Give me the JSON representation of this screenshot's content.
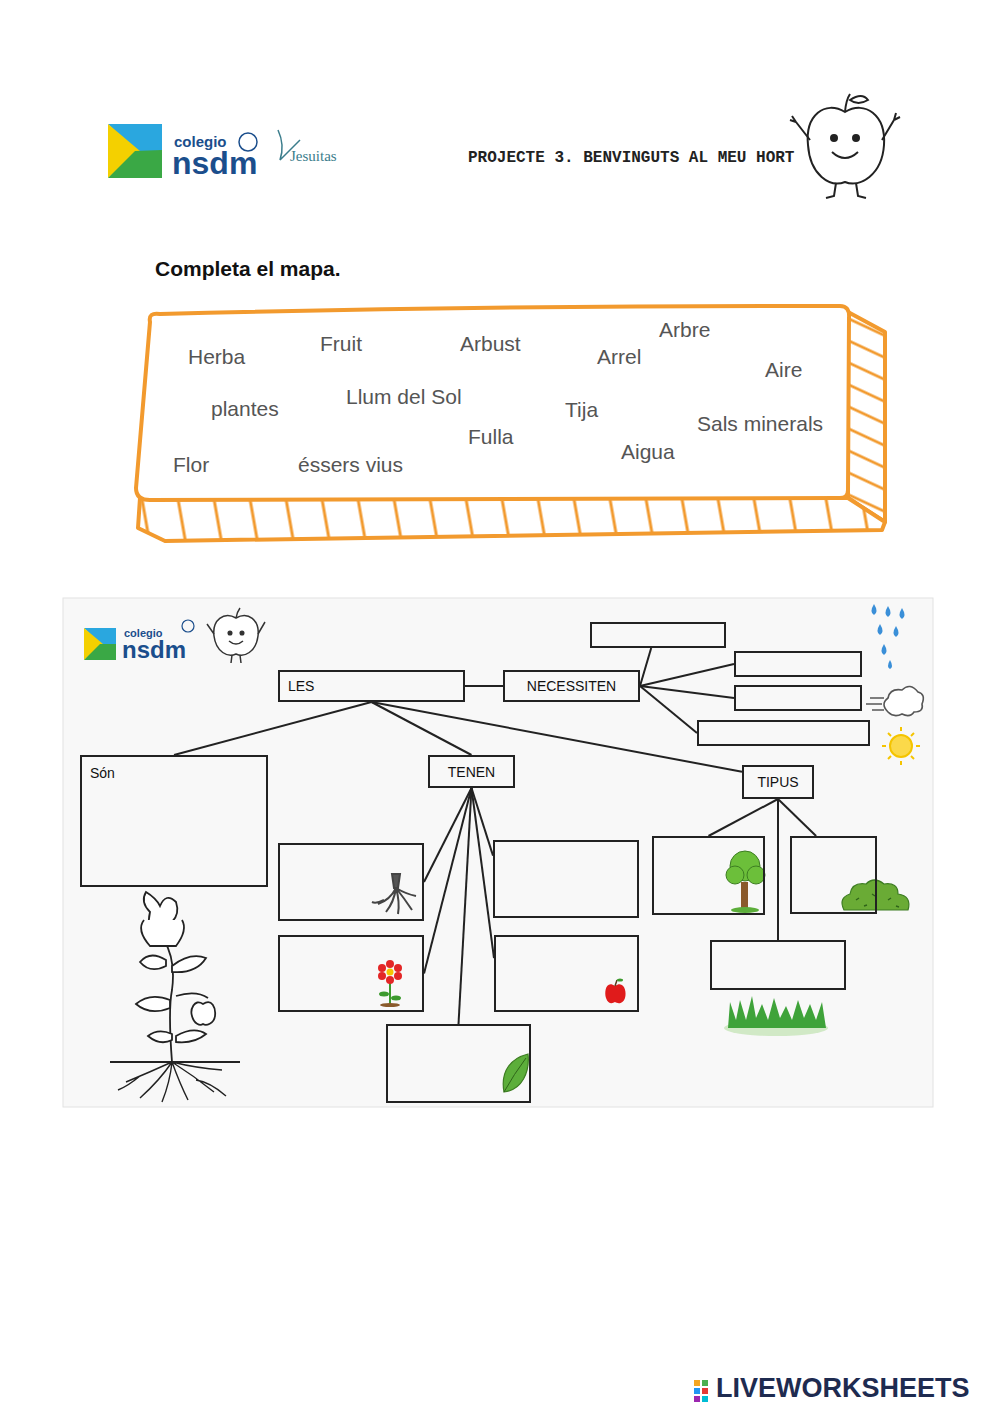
{
  "diagram": {
    "title": "Completa el mapa.",
    "nodes": [
      {
        "text": [
          "Herba",
          "Fruit",
          "Arbust",
          "Arrel",
          "Arbre",
          "Aire",
          "plantes",
          "Llum del Sol",
          "Tija",
          "Sals minerals",
          "Fulla",
          "Aigua",
          "Flor",
          "éssers vius"
        ]
      },
      {
        "text": []
      },
      {
        "text": [
          "LES"
        ]
      },
      {
        "text": [
          "NECESSITEN"
        ]
      },
      {
        "text": []
      },
      {
        "text": []
      },
      {
        "text": []
      },
      {
        "text": [
          "Són"
        ]
      },
      {
        "text": [
          "TENEN"
        ]
      },
      {
        "text": [
          "TIPUS"
        ]
      },
      {
        "text": []
      },
      {
        "text": []
      },
      {
        "text": []
      },
      {
        "text": []
      },
      {
        "text": []
      },
      {
        "text": []
      },
      {
        "text": []
      },
      {
        "text": []
      }
    ],
    "edges": [
      {
        "from": 2,
        "to": 3,
        "arrow": "none"
      },
      {
        "from": 3,
        "to": 1,
        "arrow": "none"
      },
      {
        "from": 3,
        "to": 4,
        "arrow": "none"
      },
      {
        "from": 3,
        "to": 5,
        "arrow": "none"
      },
      {
        "from": 3,
        "to": 6,
        "arrow": "none"
      },
      {
        "from": 2,
        "to": 7,
        "arrow": "none"
      },
      {
        "from": 2,
        "to": 8,
        "arrow": "none"
      },
      {
        "from": 2,
        "to": 9,
        "arrow": "none"
      },
      {
        "from": 8,
        "to": 10,
        "arrow": "none"
      },
      {
        "from": 8,
        "to": 11,
        "arrow": "none"
      },
      {
        "from": 8,
        "to": 14,
        "arrow": "none"
      },
      {
        "from": 8,
        "to": 15,
        "arrow": "none"
      },
      {
        "from": 8,
        "to": 17,
        "arrow": "none"
      },
      {
        "from": 9,
        "to": 12,
        "arrow": "none"
      },
      {
        "from": 9,
        "to": 13,
        "arrow": "none"
      },
      {
        "from": 9,
        "to": 16,
        "arrow": "none"
      }
    ],
    "labels": [
      "colegio",
      "nsdm",
      "Jesuitas",
      "PROJECTE 3. BENVINGUTS AL MEU HORT",
      "colegio",
      "nsdm",
      "LIVEWORKSHEETS"
    ]
  }
}
